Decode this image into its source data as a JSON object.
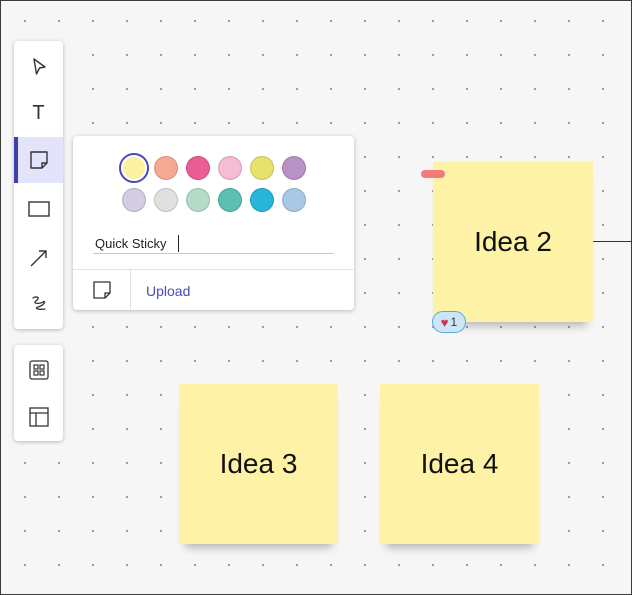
{
  "toolbar": {
    "tools": [
      {
        "name": "select-tool",
        "icon": "pointer-icon"
      },
      {
        "name": "text-tool",
        "icon": "text-icon",
        "glyph": "T"
      },
      {
        "name": "sticky-note-tool",
        "icon": "sticky-note-icon",
        "active": true
      },
      {
        "name": "shape-tool",
        "icon": "rectangle-icon"
      },
      {
        "name": "arrow-tool",
        "icon": "arrow-icon"
      },
      {
        "name": "pen-tool",
        "icon": "squiggle-icon"
      }
    ],
    "secondary_tools": [
      {
        "name": "grid-apps-tool",
        "icon": "grid-icon"
      },
      {
        "name": "templates-tool",
        "icon": "template-layout-icon"
      }
    ]
  },
  "sticky_popover": {
    "colors": [
      "#fdf19f",
      "#f6a893",
      "#ec5d96",
      "#f5bcd4",
      "#e6e26a",
      "#b891c6",
      "#d2cde2",
      "#e0e0e0",
      "#b3dcc8",
      "#5bbfb1",
      "#26b6db",
      "#a8c9e6"
    ],
    "selected_color_index": 0,
    "input_value": "Quick Sticky",
    "upload_label": "Upload"
  },
  "stickies": [
    {
      "id": "sticky-2",
      "text": "Idea 2",
      "color": "#fef2a6",
      "tag_color": "#f47a7a",
      "reaction_count": "1"
    },
    {
      "id": "sticky-3",
      "text": "Idea 3",
      "color": "#fef2a6"
    },
    {
      "id": "sticky-4",
      "text": "Idea 4",
      "color": "#fef2a6"
    }
  ]
}
